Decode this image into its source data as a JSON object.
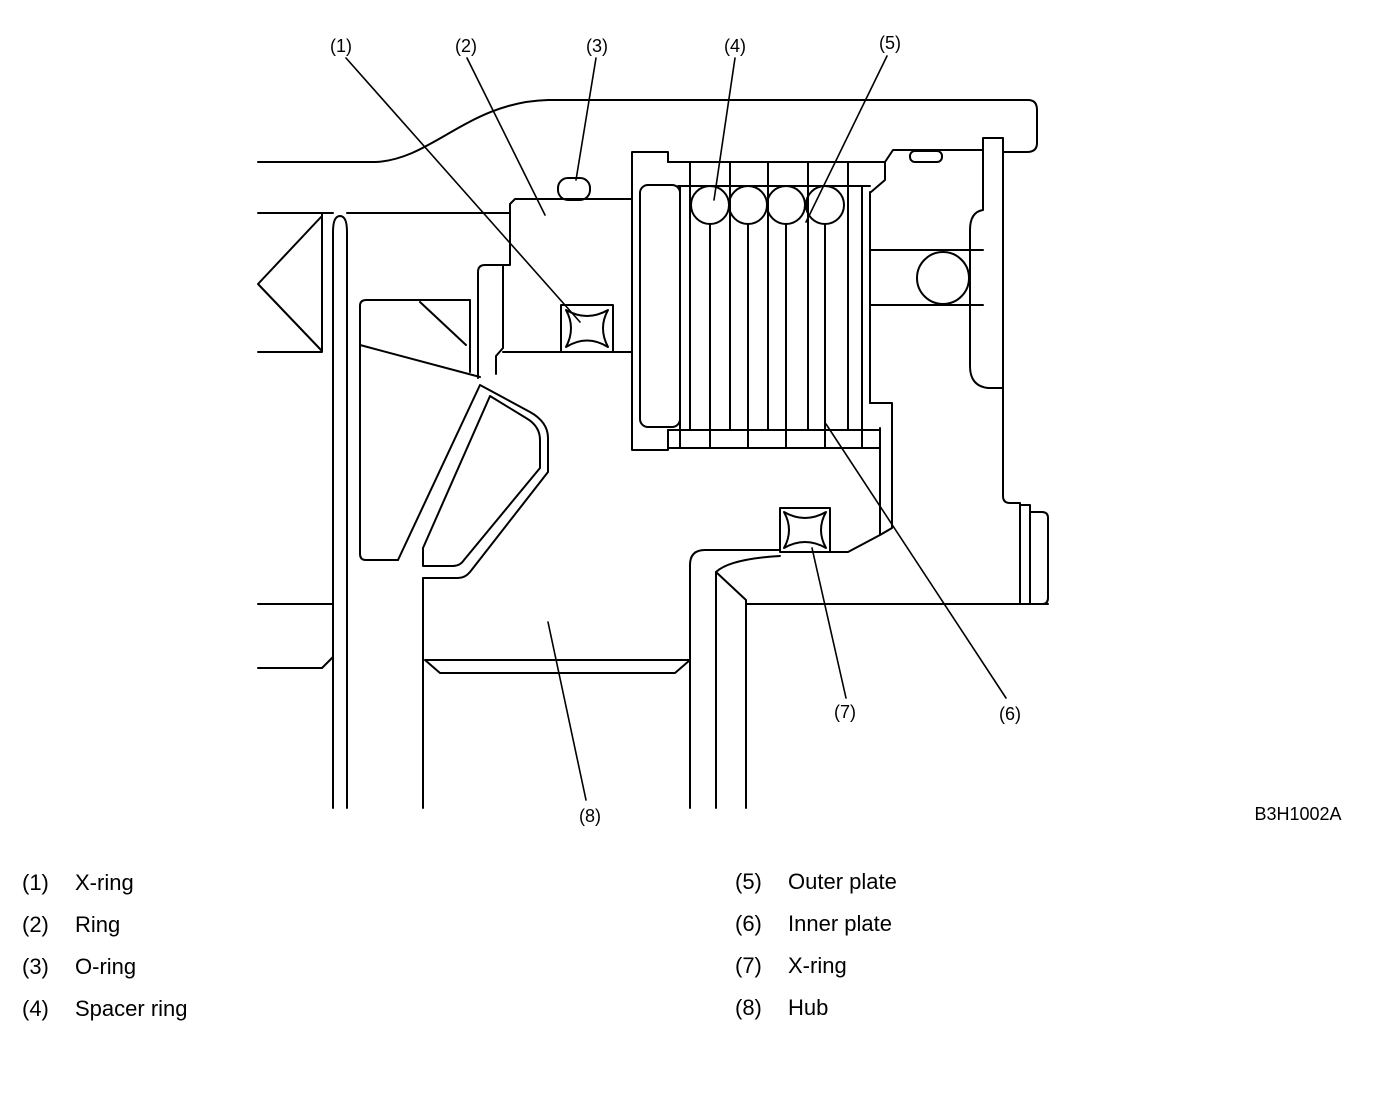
{
  "figure": {
    "code": "B3H1002A",
    "callouts": [
      "(1)",
      "(2)",
      "(3)",
      "(4)",
      "(5)",
      "(6)",
      "(7)",
      "(8)"
    ]
  },
  "legend": {
    "left": [
      {
        "num": "(1)",
        "text": "X-ring"
      },
      {
        "num": "(2)",
        "text": "Ring"
      },
      {
        "num": "(3)",
        "text": "O-ring"
      },
      {
        "num": "(4)",
        "text": "Spacer ring"
      }
    ],
    "right": [
      {
        "num": "(5)",
        "text": "Outer plate"
      },
      {
        "num": "(6)",
        "text": "Inner plate"
      },
      {
        "num": "(7)",
        "text": "X-ring"
      },
      {
        "num": "(8)",
        "text": "Hub"
      }
    ]
  }
}
